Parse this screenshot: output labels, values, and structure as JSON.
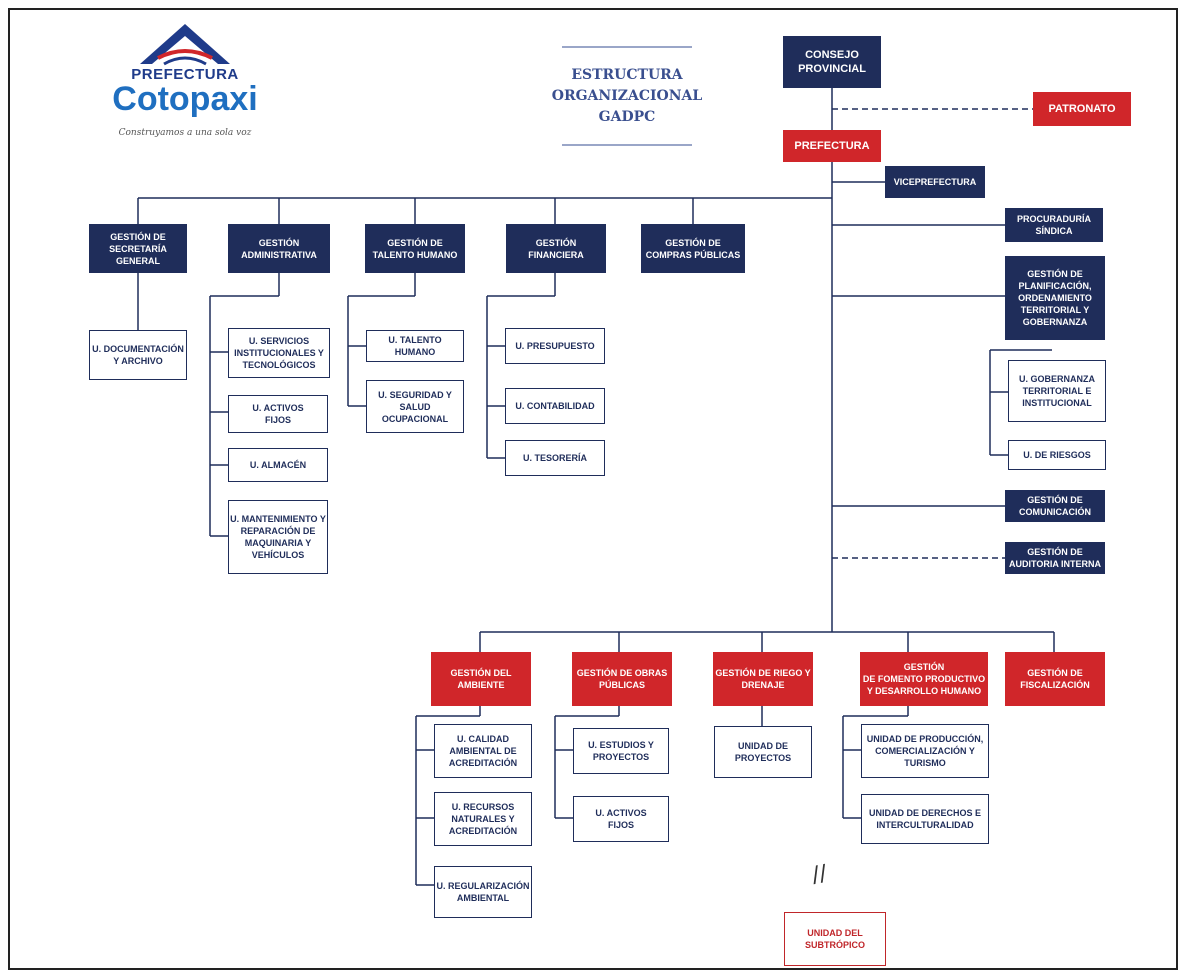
{
  "logo": {
    "line1": "PREFECTURA",
    "name": "Cotopaxi",
    "slogan": "Construyamos a una sola voz",
    "colors": {
      "primary": "#1f3b8a",
      "accent": "#d0262a"
    }
  },
  "title": "ESTRUCTURA\nORGANIZACIONAL\nGADPC",
  "colors": {
    "navy": "#1f2d5a",
    "red": "#d0262a",
    "outline": "#1f2d5a"
  },
  "top": {
    "consejo": "CONSEJO\nPROVINCIAL",
    "patronato": "PATRONATO",
    "prefectura": "PREFECTURA",
    "viceprefectura": "VICEPREFECTURA"
  },
  "right_branch": {
    "procuraduria": "PROCURADURÍA\nSÍNDICA",
    "planificacion": "GESTIÓN DE\nPLANIFICACIÓN,\nORDENAMIENTO\nTERRITORIAL Y\nGOBERNANZA",
    "gobernanza": "U. GOBERNANZA\nTERRITORIAL E\nINSTITUCIONAL",
    "riesgos": "U. DE RIESGOS",
    "comunicacion": "GESTIÓN DE\nCOMUNICACIÓN",
    "auditoria": "GESTIÓN DE\nAUDITORIA INTERNA"
  },
  "support": {
    "secretaria": "GESTIÓN DE\nSECRETARÍA\nGENERAL",
    "documentacion": "U. DOCUMENTACIÓN\nY ARCHIVO",
    "administrativa": "GESTIÓN\nADMINISTRATIVA",
    "servicios": "U. SERVICIOS\nINSTITUCIONALES Y\nTECNOLÓGICOS",
    "activos_fijos": "U. ACTIVOS\nFIJOS",
    "almacen": "U. ALMACÉN",
    "mantenimiento": "U. MANTENIMIENTO Y\nREPARACIÓN DE\nMAQUINARIA Y\nVEHÍCULOS",
    "talento": "GESTIÓN DE\nTALENTO HUMANO",
    "u_talento": "U. TALENTO HUMANO",
    "seguridad": "U. SEGURIDAD Y\nSALUD\nOCUPACIONAL",
    "financiera": "GESTIÓN\nFINANCIERA",
    "presupuesto": "U. PRESUPUESTO",
    "contabilidad": "U. CONTABILIDAD",
    "tesoreria": "U. TESORERÍA",
    "compras": "GESTIÓN DE\nCOMPRAS PÚBLICAS"
  },
  "operative": {
    "ambiente": "GESTIÓN DEL\nAMBIENTE",
    "calidad": "U. CALIDAD\nAMBIENTAL DE\nACREDITACIÓN",
    "recursos": "U. RECURSOS\nNATURALES Y\nACREDITACIÓN",
    "regularizacion": "U. REGULARIZACIÓN\nAMBIENTAL",
    "obras": "GESTIÓN DE OBRAS\nPÚBLICAS",
    "estudios": "U. ESTUDIOS Y\nPROYECTOS",
    "activos_obras": "U. ACTIVOS\nFIJOS",
    "riego": "GESTIÓN DE RIEGO Y\nDRENAJE",
    "unidad_proyectos": "UNIDAD DE\nPROYECTOS",
    "fomento": "GESTIÓN\nDE FOMENTO PRODUCTIVO\nY DESARROLLO HUMANO",
    "produccion": "UNIDAD DE PRODUCCIÓN,\nCOMERCIALIZACIÓN Y\nTURISMO",
    "derechos": "UNIDAD DE DERECHOS E\nINTERCULTURALIDAD",
    "fiscalizacion": "GESTIÓN DE\nFISCALIZACIÓN",
    "subtropico": "UNIDAD DEL\nSUBTRÓPICO"
  },
  "break_mark": "//"
}
